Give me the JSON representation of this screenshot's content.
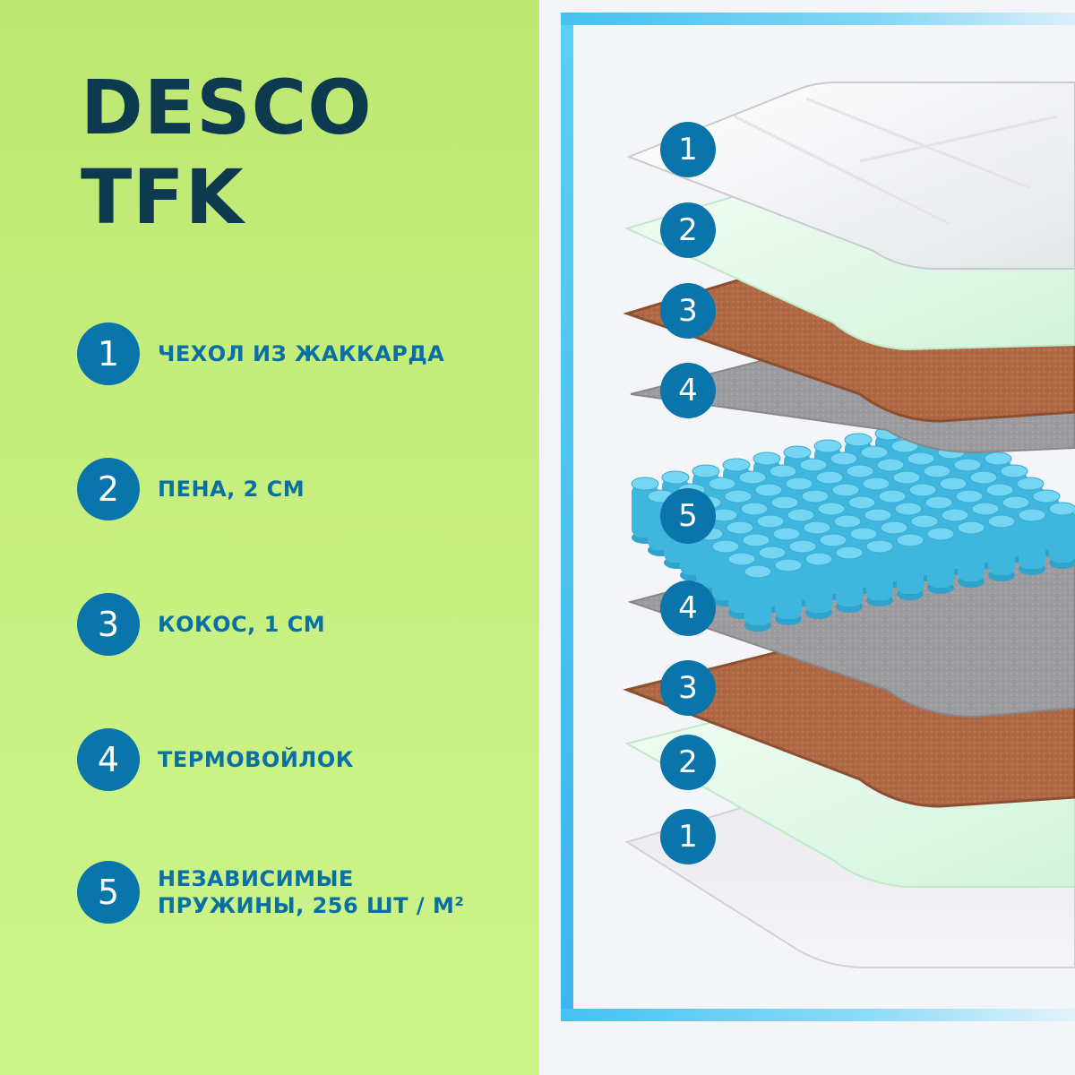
{
  "title": {
    "line1": "DESCO",
    "line2": "TFK"
  },
  "legend": [
    {
      "number": "1",
      "label": "ЧЕХОЛ ИЗ ЖАККАРДА"
    },
    {
      "number": "2",
      "label": "ПЕНА, 2 СМ"
    },
    {
      "number": "3",
      "label": "КОКОС, 1 СМ"
    },
    {
      "number": "4",
      "label": "ТЕРМОВОЙЛОК"
    },
    {
      "number": "5",
      "label": "НЕЗАВИСИМЫЕ\nПРУЖИНЫ, 256 ШТ / М²"
    }
  ],
  "layer_badges": [
    "1",
    "2",
    "3",
    "4",
    "5",
    "4",
    "3",
    "2",
    "1"
  ],
  "colors": {
    "accent": "#0a75aa",
    "title": "#0d3a4e",
    "label": "#0a6fa3",
    "frame": "#3fb4ee",
    "coconut": "#b16a47",
    "felt": "#9a9a9d",
    "foam": "#def8e6",
    "springs": "#4cc3e8"
  }
}
